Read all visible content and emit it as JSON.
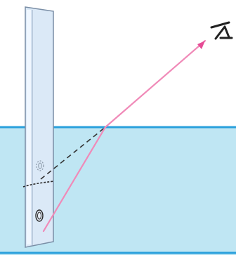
{
  "colors": {
    "background": "#ffffff",
    "water_fill": "#bfe6f3",
    "water_surface_line": "#2aa0dc",
    "bottom_line": "#2aa0dc",
    "plate_fill": "#dbe9f7",
    "plate_edge": "#7a8ea6",
    "plate_highlight": "#f2f8ff",
    "light_ray": "#f08ab8",
    "arrow_head": "#e64c96",
    "virtual_ray_dashed": "#333333",
    "waterline_on_plate": "#2b2b2b",
    "eye_icon_stroke": "#222222"
  },
  "elements": {
    "water": "water",
    "plate": "glass-plate",
    "true_object": "coin-object",
    "virtual_image": "coin-virtual-image",
    "refracted_ray": "light-ray",
    "virtual_ray": "virtual-ray",
    "observer": "eye-icon"
  }
}
